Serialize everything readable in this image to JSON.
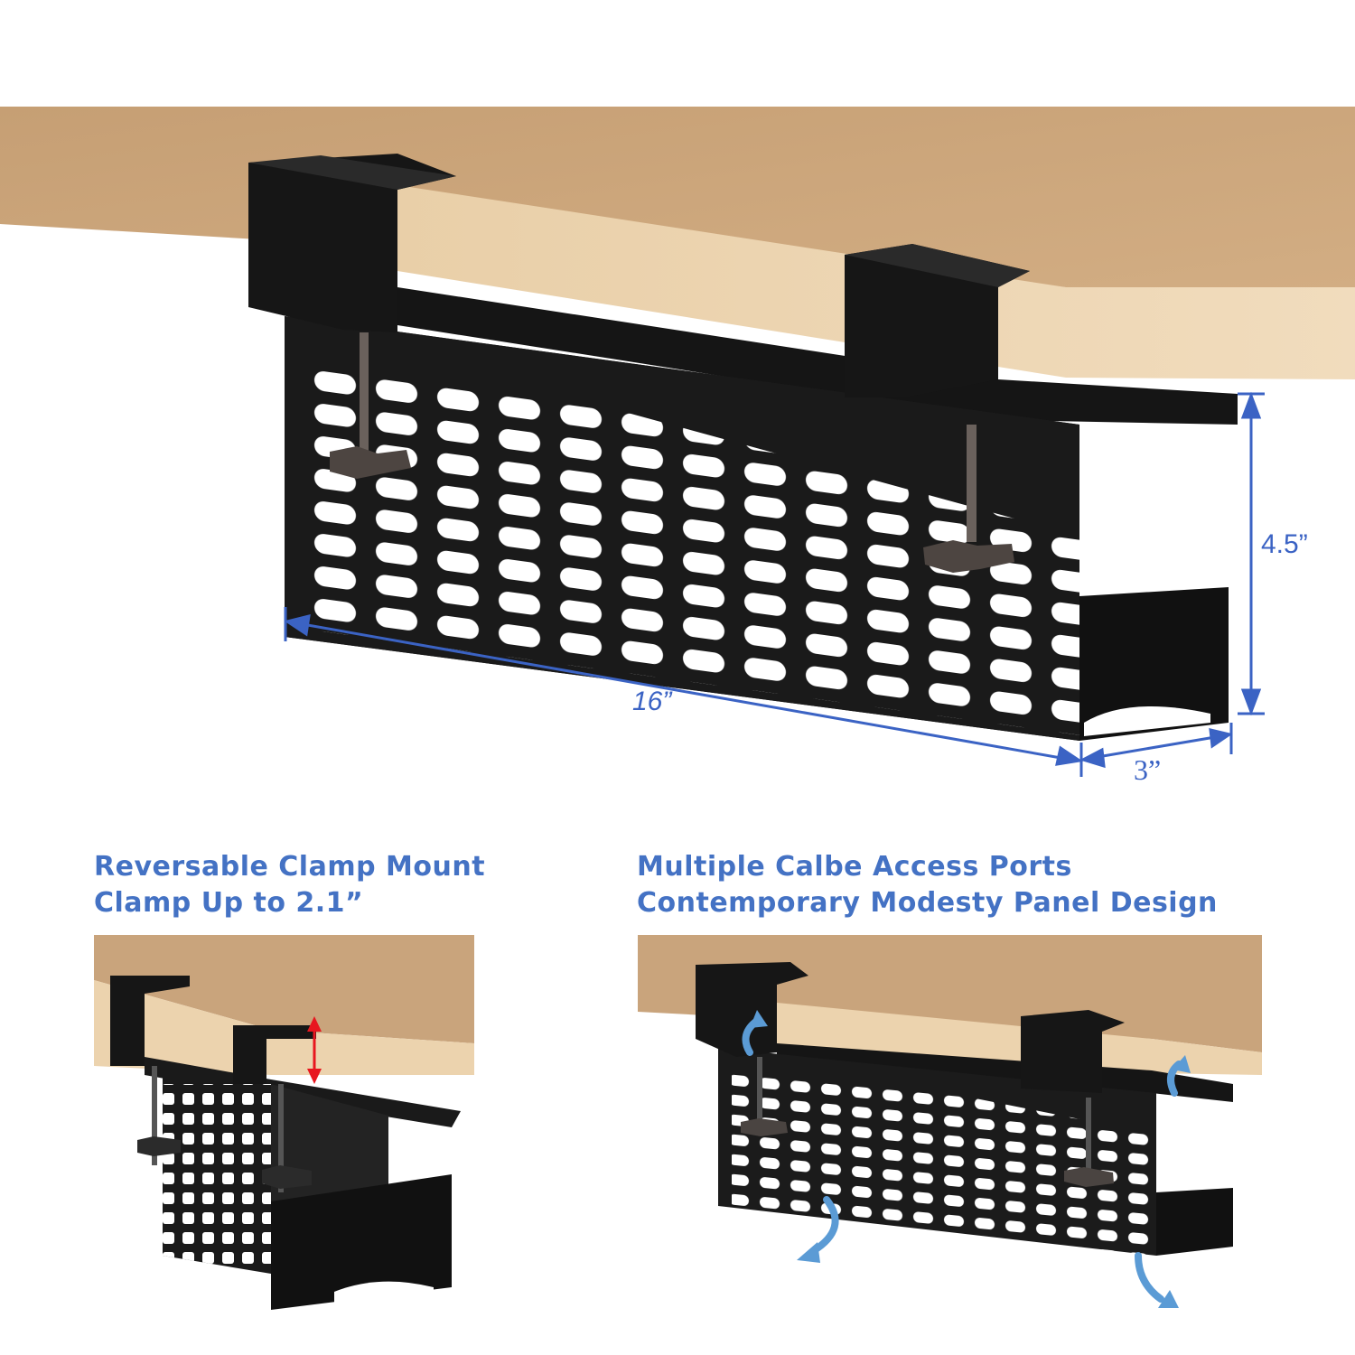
{
  "dimensions": {
    "height": "4.5”",
    "length": "16”",
    "depth": "3”"
  },
  "captions": {
    "left": {
      "line1": "Reversable Clamp Mount",
      "line2": "Clamp Up to 2.1”"
    },
    "right": {
      "line1": "Multiple Calbe Access Ports",
      "line2": "Contemporary Modesty Panel Design"
    }
  },
  "colors": {
    "accent": "#4472c4",
    "dimension_line": "#3b63c4",
    "wood_top": "#c9a47c",
    "wood_edge": "#ecd3ae",
    "metal": "#1b1b1b",
    "red_arrow": "#e8161f",
    "flow_arrow": "#5b9bd5"
  },
  "icons": {
    "flow_arrows": "curved-arrow-icon",
    "clamp_arrow": "double-arrow-icon"
  }
}
